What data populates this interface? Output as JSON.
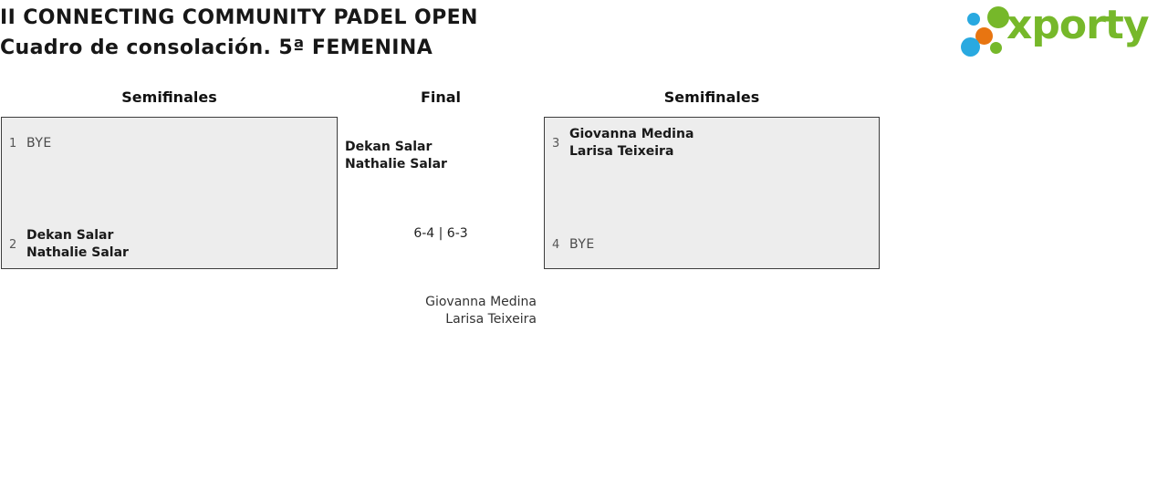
{
  "title": {
    "line1": "II CONNECTING COMMUNITY PADEL OPEN",
    "line2": "Cuadro de consolación. 5ª FEMENINA"
  },
  "logo": {
    "brand": "xporty",
    "colors": {
      "green": "#76b82a",
      "blue": "#29a9e0",
      "orange": "#e87511"
    }
  },
  "rounds": {
    "left_label": "Semifinales",
    "center_label": "Final",
    "right_label": "Semifinales"
  },
  "matches": {
    "semifinal_left": {
      "slot_top": {
        "seed": "1",
        "line1": "BYE",
        "line2": ""
      },
      "slot_bottom": {
        "seed": "2",
        "line1": "Dekan Salar",
        "line2": "Nathalie Salar"
      }
    },
    "semifinal_right": {
      "slot_top": {
        "seed": "3",
        "line1": "Giovanna Medina",
        "line2": "Larisa Teixeira"
      },
      "slot_bottom": {
        "seed": "4",
        "line1": "BYE",
        "line2": ""
      }
    },
    "final": {
      "team_top_line1": "Dekan Salar",
      "team_top_line2": "Nathalie Salar",
      "score": "6-4 | 6-3",
      "winner_line1": "Giovanna Medina",
      "winner_line2": "Larisa Teixeira"
    }
  },
  "colors": {
    "box_background": "#ededed",
    "box_border": "#3d3d3d",
    "text_primary": "#1a1a1a",
    "text_secondary": "#4a4a4a"
  }
}
